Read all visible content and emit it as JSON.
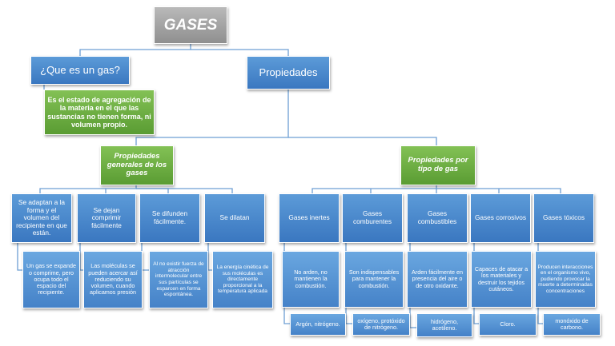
{
  "root": {
    "title": "GASES"
  },
  "que_es": {
    "label": "¿Que es un gas?",
    "definition": "Es el estado de agregación de la materia en el que las sustancias no tienen forma, ni volumen propio."
  },
  "propiedades": {
    "label": "Propiedades"
  },
  "generales": {
    "label": "Propiedades generales de los gases",
    "items": [
      {
        "title": "Se adaptan a la forma y el volumen del recipiente en que están.",
        "detail": "Un gas se expande o comprime, pero ocupa todo el espacio del recipiente."
      },
      {
        "title": "Se dejan comprimir fácilmente",
        "detail": "Las moléculas se pueden acercar así reduciendo su volumen, cuando aplicamos presión"
      },
      {
        "title": "Se difunden fácilmente.",
        "detail": "Al no existir fuerza de atracción intermolecular entre sus partículas se esparcen en forma espontánea."
      },
      {
        "title": "Se dilatan",
        "detail": "La energía cinética de sus moléculas es directamente proporcional a la temperatura aplicada"
      }
    ]
  },
  "por_tipo": {
    "label": "Propiedades por tipo de gas",
    "items": [
      {
        "title": "Gases inertes",
        "detail": "No arden, no mantienen la combustión.",
        "example": "Argón, nitrógeno."
      },
      {
        "title": "Gases comburentes",
        "detail": "Son indispensables para mantener la combustión.",
        "example": "oxígeno, protóxido de nitrógeno."
      },
      {
        "title": "Gases combustibles",
        "detail": "Arden fácilmente en presencia del aire o de otro oxidante.",
        "example": "hidrógeno, acetileno."
      },
      {
        "title": "Gases corrosivos",
        "detail": "Capaces de atacar a los materiales y destruir los tejidos cutáneos.",
        "example": "Cloro."
      },
      {
        "title": "Gases tóxicos",
        "detail": "Producen interacciones en el organismo vivo, pudiendo provocar la muerte a determinadas concentraciones",
        "example": "monóxido de carbono."
      }
    ]
  }
}
